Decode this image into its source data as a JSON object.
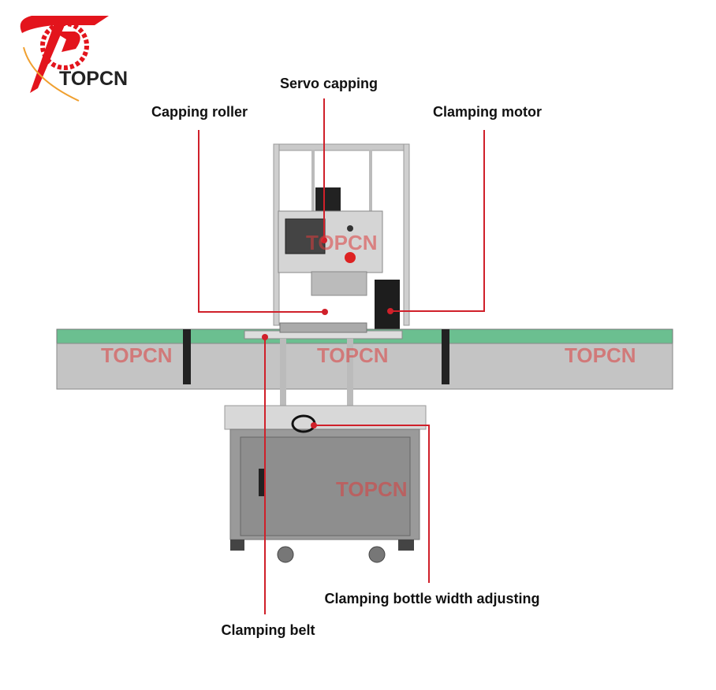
{
  "logo": {
    "text": "TOPCN"
  },
  "watermark": "TOPCN",
  "labels": {
    "servo_capping": "Servo capping",
    "capping_roller": "Capping roller",
    "clamping_motor": "Clamping motor",
    "clamping_bottle_width": "Clamping bottle width adjusting",
    "clamping_belt": "Clamping belt"
  },
  "colors": {
    "leader": "#d0202a",
    "brand_red": "#e3141c",
    "conveyor_green": "#3aa877"
  }
}
